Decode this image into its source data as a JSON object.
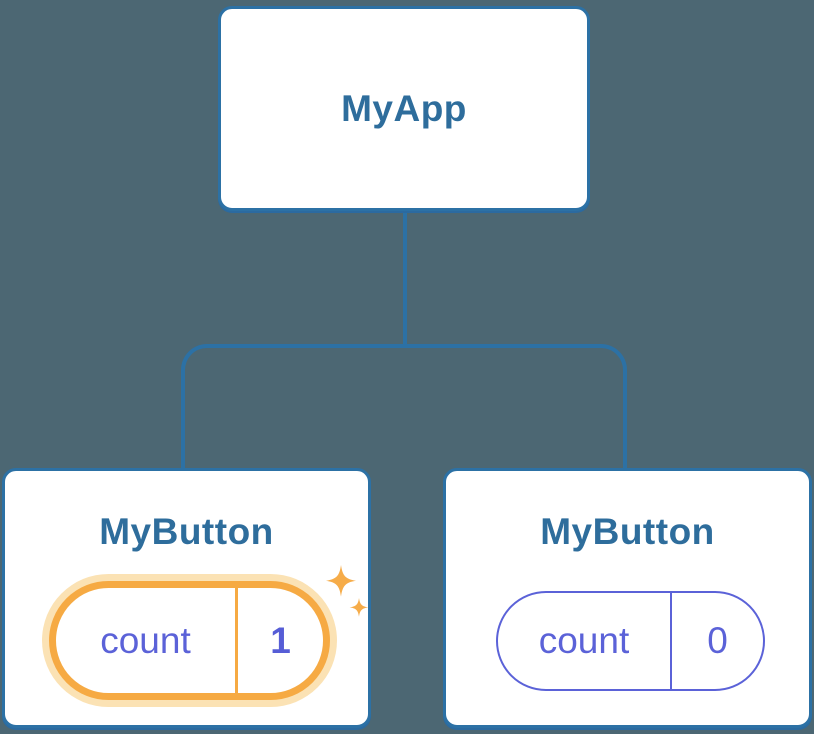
{
  "tree": {
    "root": {
      "label": "MyApp"
    },
    "children": [
      {
        "label": "MyButton",
        "highlighted": true,
        "state": {
          "name": "count",
          "value": "1"
        }
      },
      {
        "label": "MyButton",
        "highlighted": false,
        "state": {
          "name": "count",
          "value": "0"
        }
      }
    ]
  },
  "icons": {
    "sparkle": "sparkle-icon"
  },
  "colors": {
    "background": "#4C6773",
    "node_border_blue": "#2C71A5",
    "node_title_blue": "#2E6D9C",
    "state_indigo": "#5B62D8",
    "highlight_orange": "#F6AA43",
    "highlight_glow": "#FBE2B4",
    "sparkle_orange": "#F6AC49",
    "node_background": "#FFFFFF"
  }
}
